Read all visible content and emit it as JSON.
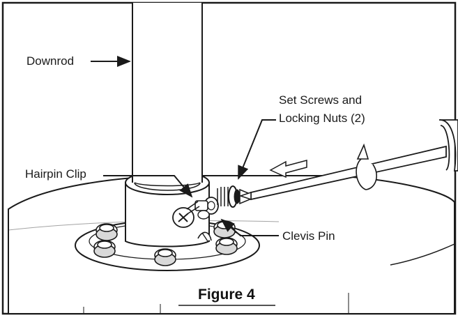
{
  "labels": {
    "downrod": "Downrod",
    "set_screws_line1": "Set Screws and",
    "set_screws_line2": "Locking Nuts (2)",
    "hairpin_clip": "Hairpin Clip",
    "clevis_pin": "Clevis Pin",
    "figure": "Figure 4"
  },
  "colors": {
    "line": "#1a1a1a",
    "fill_light": "#ffffff",
    "fill_shade": "#d9d9d9"
  }
}
